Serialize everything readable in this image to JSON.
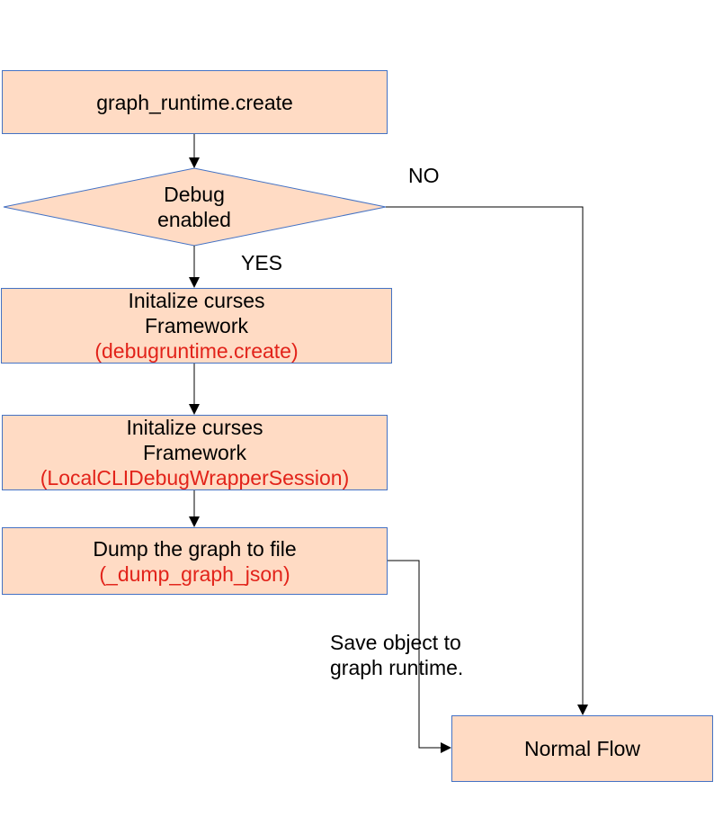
{
  "nodes": {
    "start": {
      "text": "graph_runtime.create"
    },
    "decision": {
      "line1": "Debug",
      "line2": "enabled"
    },
    "init_debugruntime": {
      "line1": "Initalize curses",
      "line2": "Framework",
      "code": "(debugruntime.create)"
    },
    "init_wrapper": {
      "line1": "Initalize curses",
      "line2": "Framework",
      "code": "(LocalCLIDebugWrapperSession)"
    },
    "dump": {
      "line1": "Dump the graph to file",
      "code": "(_dump_graph_json)"
    },
    "normal": {
      "text": "Normal Flow"
    }
  },
  "edges": {
    "no_label": "NO",
    "yes_label": "YES",
    "save_line1": "Save object to",
    "save_line2": "graph runtime."
  },
  "colors": {
    "fill": "#ffdbc4",
    "border": "#4472c4",
    "code_text": "#e2231a",
    "arrow": "#000000"
  }
}
